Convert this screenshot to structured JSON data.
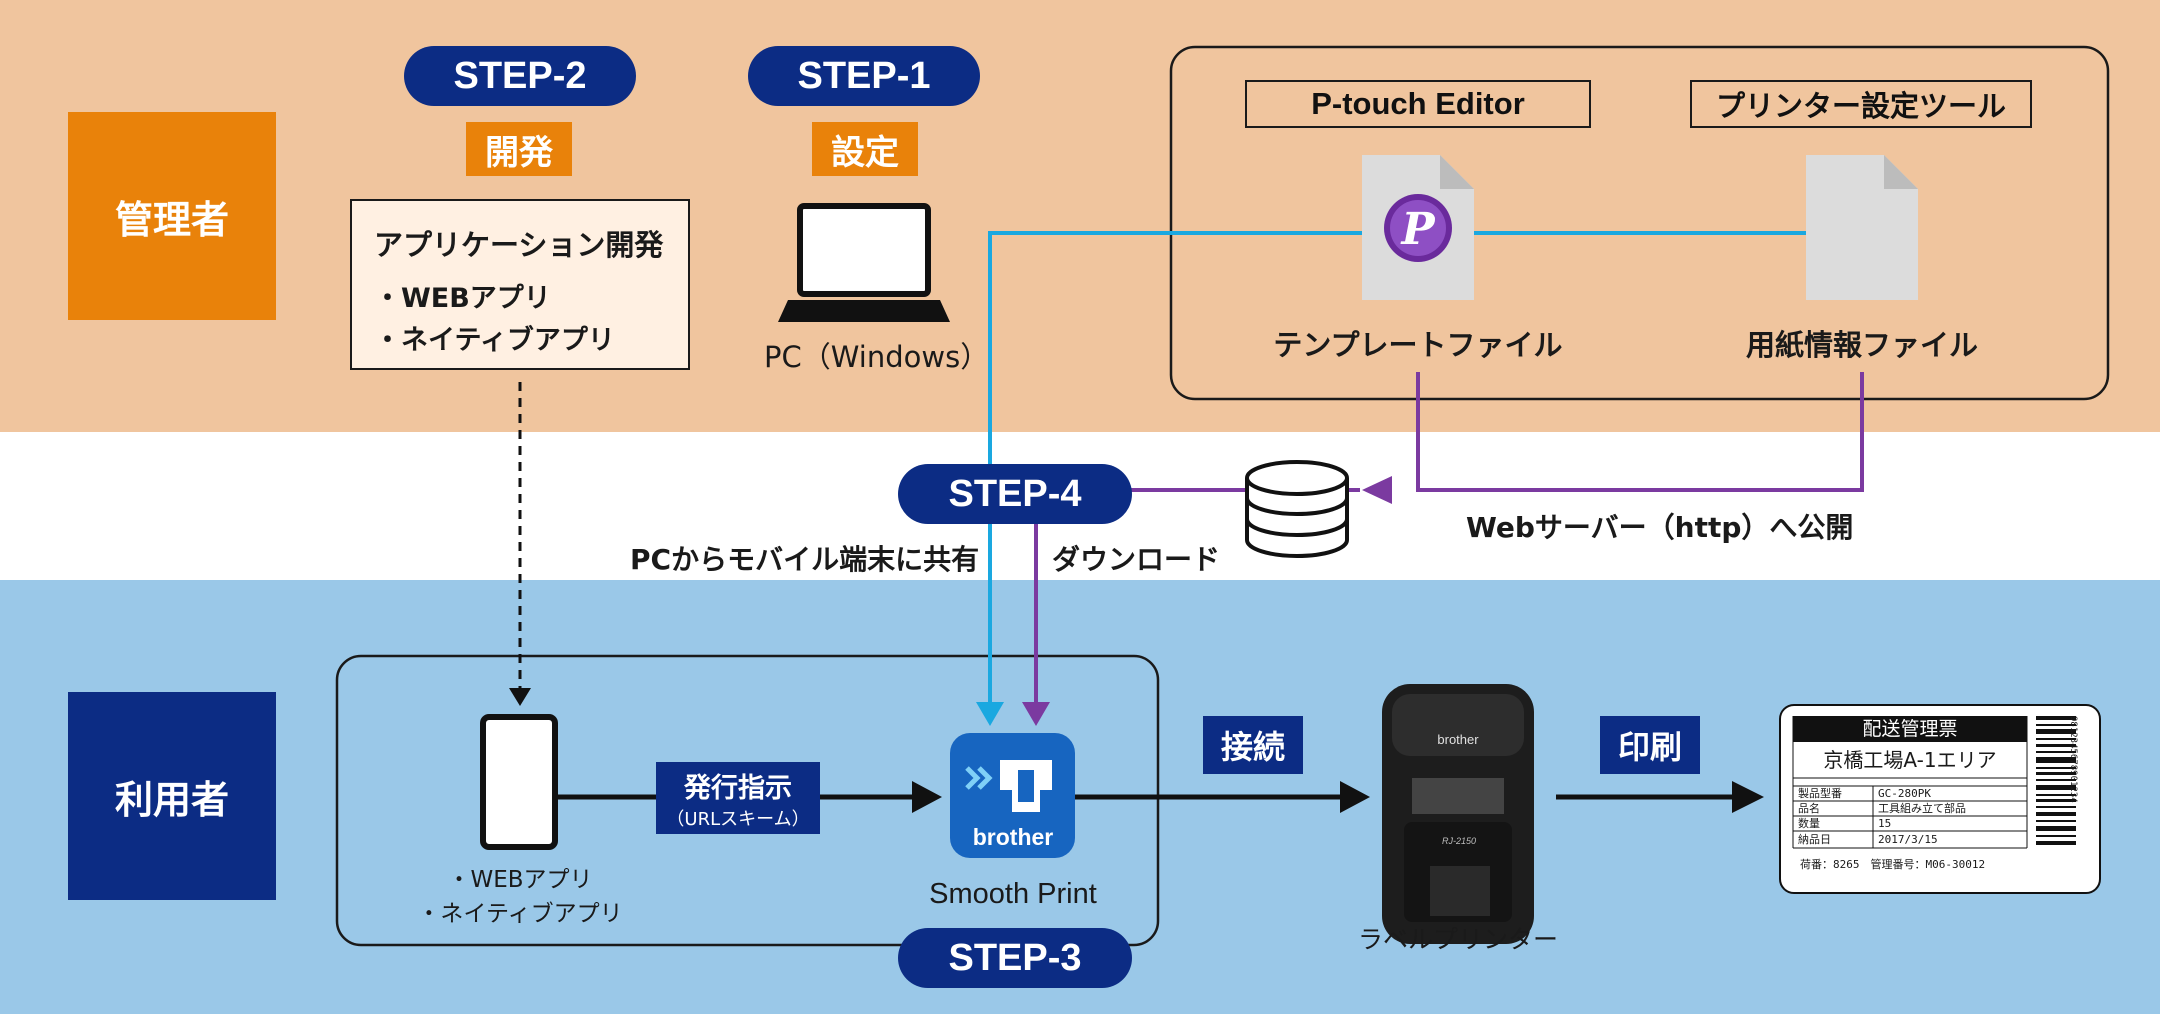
{
  "roles": {
    "admin": "管理者",
    "user": "利用者"
  },
  "steps": {
    "step1": "STEP-1",
    "step2": "STEP-2",
    "step3": "STEP-3",
    "step4": "STEP-4"
  },
  "tags": {
    "setup": "設定",
    "develop": "開発"
  },
  "app_dev": {
    "title": "アプリケーション開発",
    "items": [
      "・WEBアプリ",
      "・ネイティブアプリ"
    ]
  },
  "pc": {
    "label": "PC（Windows）"
  },
  "tools": {
    "editor_title": "P-touch Editor",
    "printer_tool_title": "プリンター設定ツール",
    "template_file": "テンプレートファイル",
    "paper_file": "用紙情報ファイル"
  },
  "web_publish": "Webサーバー（http）へ公開",
  "share_label": "PCからモバイル端末に共有",
  "download_label": "ダウンロード",
  "phone": {
    "items": [
      "・WEBアプリ",
      "・ネイティブアプリ"
    ]
  },
  "issue": {
    "title": "発行指示",
    "sub": "（URLスキーム）"
  },
  "smooth_print": {
    "label": "Smooth Print",
    "brand": "brother"
  },
  "connect": "接続",
  "print": "印刷",
  "printer": {
    "label": "ラベルプリンター",
    "brand": "brother",
    "model": "RJ-2150"
  },
  "label_sample": {
    "header": "配送管理票",
    "subheader": "京橋工場A-1エリア",
    "rows": [
      {
        "k": "製品型番",
        "v": "GC-280PK"
      },
      {
        "k": "品名",
        "v": "工具組み立て部品"
      },
      {
        "k": "数量",
        "v": "15"
      },
      {
        "k": "納品日",
        "v": "2017/3/15"
      }
    ],
    "footer": "荷番：8265　管理番号：M06-30012",
    "barcode_text": "9812345678901234"
  },
  "colors": {
    "admin_band": "#f0c59e",
    "user_band": "#9ac8e8",
    "navy": "#0c2c84",
    "orange": "#e9820a",
    "cyan_line": "#1aa8e0",
    "purple_line": "#7b3aa0"
  }
}
